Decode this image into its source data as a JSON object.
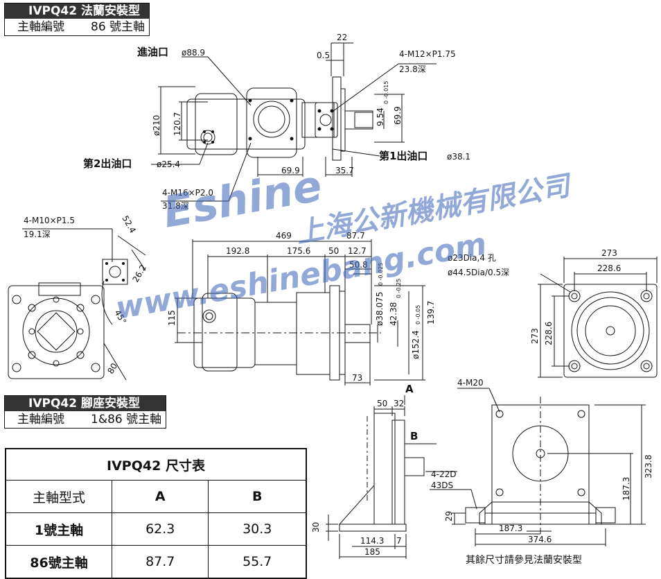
{
  "flange_header": {
    "title": "IVPQ42 法蘭安裝型",
    "subtitle_left": "主軸編號",
    "subtitle_right": "86 號主軸"
  },
  "foot_header": {
    "title": "IVPQ42 腳座安裝型",
    "subtitle_left": "主軸編號",
    "subtitle_right": "1&86 號主軸"
  },
  "top_view": {
    "inlet_label": "進油口",
    "inlet_dia": "ø88.9",
    "outlet2_label": "第2出油口",
    "outlet2_dia": "ø25.4",
    "outlet1_label": "第1出油口",
    "outlet1_dia": "ø38.1",
    "dims": {
      "d22": "22",
      "d05": "0.5",
      "thread1": "4-M12×P1.75",
      "depth1": "23.8深",
      "d954": "9.54",
      "tol954": "0 -0.015",
      "d699r": "69.9",
      "d210": "ø210",
      "d1207": "120.7",
      "d699b": "69.9",
      "d357": "35.7",
      "thread2": "4-M16×P2.0",
      "depth2": "31.8深"
    }
  },
  "side_view": {
    "thread3": "4-M10×P1.5",
    "depth3": "19.1深",
    "d524": "52.4",
    "d262": "26.2",
    "angle": "45°",
    "d80": "80",
    "d469": "469",
    "d877": "87.7",
    "d1928": "192.8",
    "d1756": "175.6",
    "d50": "50",
    "d127": "12.7",
    "d508": "50.8",
    "d115": "115",
    "d38075": "ø38.075",
    "tol38075": "0 -0.025",
    "d4238": "42.38",
    "tol4238": "0 -0.25",
    "d1397": "139.7",
    "d1524": "ø152.4",
    "tol1524": "0 -0.05",
    "d73": "73"
  },
  "end_view": {
    "hole1": "ø23Dia,4 孔",
    "hole2": "ø44.5Dia/0.5深",
    "d273t": "273",
    "d2286t": "228.6",
    "d273l": "273",
    "d2286l": "228.6"
  },
  "foot_view": {
    "labelA": "A",
    "labelB": "B",
    "d50": "50",
    "d32": "32",
    "d30": "30",
    "d1143": "114.3",
    "d7": "7",
    "d185": "185"
  },
  "foot_front": {
    "thread": "4-M20",
    "slot": "4-22D",
    "slotdepth": "43DS",
    "d29": "29",
    "d1873b": "187.3",
    "d3746": "374.6",
    "d1873r": "187.3",
    "d3238": "323.8"
  },
  "watermark": {
    "brand": "Eshine",
    "company": "上海公新機械有限公司",
    "url": "www.eshinebang.com"
  },
  "table": {
    "title": "IVPQ42 尺寸表",
    "headers": [
      "主軸型式",
      "A",
      "B"
    ],
    "rows": [
      [
        "1號主軸",
        "62.3",
        "30.3"
      ],
      [
        "86號主軸",
        "87.7",
        "55.7"
      ]
    ]
  },
  "note": "其餘尺寸請參見法蘭安裝型"
}
